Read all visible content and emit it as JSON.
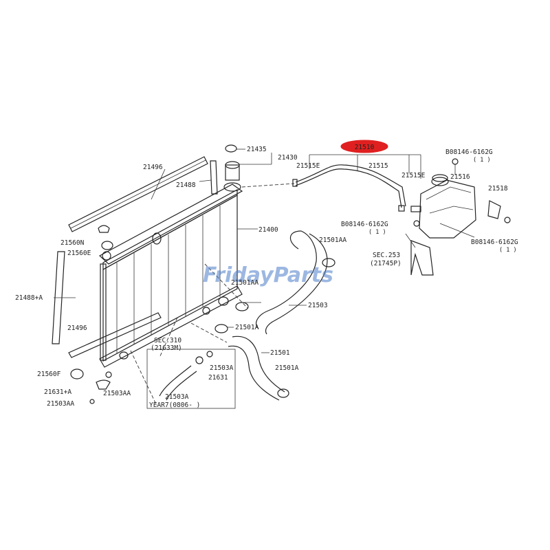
{
  "highlight": {
    "part_number": "21510",
    "color": "#e02020"
  },
  "watermark": {
    "text_a": "Friday",
    "text_b": "Parts",
    "color": "#4a7cc9"
  },
  "labels": {
    "p21435": "21435",
    "p21430": "21430",
    "p21496_top": "21496",
    "p21488": "21488",
    "p21515E_left": "21515E",
    "p21515": "21515",
    "p21515E_right": "21515E",
    "bolt_top": "B08146-6162G",
    "bolt_top_qty": "( 1 )",
    "p21516": "21516",
    "p21518": "21518",
    "p21400": "21400",
    "p21560N": "21560N",
    "p21560E": "21560E",
    "bolt_mid": "B08146-6162G",
    "bolt_mid_qty": "( 1 )",
    "bolt_right": "B08146-6162G",
    "bolt_right_qty": "( 1 )",
    "p21501AA_top": "21501AA",
    "sec253": "SEC.253",
    "sec253_ref": "(21745P)",
    "p21488A": "21488+A",
    "p21501AA_mid": "21501AA",
    "p21503": "21503",
    "p21496_bottom": "21496",
    "p21501A_mid": "21501A",
    "sec310": "SEC.310",
    "sec310_ref": "(21633M)",
    "p21501": "21501",
    "p21560F": "21560F",
    "p21503A_right": "21503A",
    "p21631": "21631",
    "p21501A_bottom": "21501A",
    "p21631A": "21631+A",
    "p21503AA_right": "21503AA",
    "p21503AA_left": "21503AA",
    "p21503A_inset": "21503A",
    "inset_year": "YEAR7(0806-    )"
  }
}
